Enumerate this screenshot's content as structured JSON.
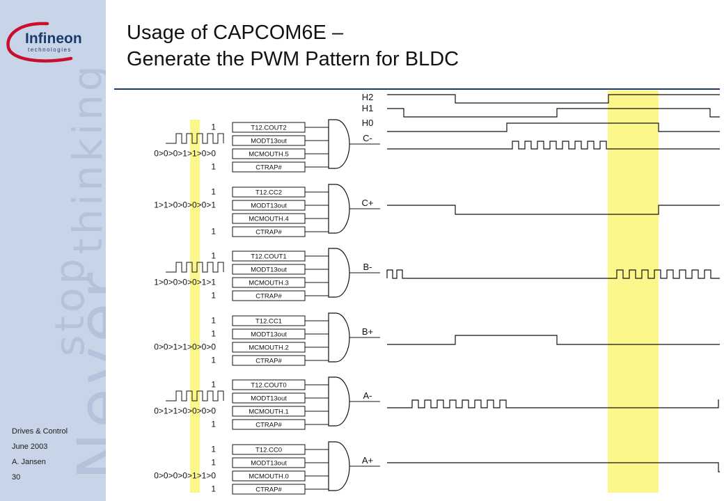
{
  "footer": {
    "line1": "Drives & Control",
    "line2": "June 2003",
    "line3": "A. Jansen",
    "page": "30"
  },
  "title": {
    "line1": "Usage of CAPCOM6E –",
    "line2": "Generate the PWM Pattern for BLDC"
  },
  "logo": {
    "brand": "Infineon",
    "sub": "technologies"
  },
  "watermark": {
    "w1": "Never",
    "w2": "stop",
    "w3": "thinking"
  },
  "colors": {
    "highlight": "#fbf78b",
    "rule": "#1b3a6b",
    "sidebar": "#c8d5e8",
    "logo_red": "#c8102e",
    "logo_blue": "#1b3a6b"
  },
  "gates": [
    {
      "signals": [
        "T12.COUT2",
        "MODT13out",
        "MCMOUTH.5",
        "CTRAP#"
      ],
      "inputs": [
        "1",
        "",
        "0>0>0>1>1>0>0",
        "1"
      ],
      "output": "C-"
    },
    {
      "signals": [
        "T12.CC2",
        "MODT13out",
        "MCMOUTH.4",
        "CTRAP#"
      ],
      "inputs": [
        "1",
        "1>1>0>0>0>0>1",
        "",
        "1"
      ],
      "output": "C+"
    },
    {
      "signals": [
        "T12.COUT1",
        "MODT13out",
        "MCMOUTH.3",
        "CTRAP#"
      ],
      "inputs": [
        "1",
        "",
        "1>0>0>0>0>1>1",
        "1"
      ],
      "output": "B-"
    },
    {
      "signals": [
        "T12.CC1",
        "MODT13out",
        "MCMOUTH.2",
        "CTRAP#"
      ],
      "inputs": [
        "1",
        "1",
        "0>0>1>1>0>0>0",
        "1"
      ],
      "output": "B+"
    },
    {
      "signals": [
        "T12.COUT0",
        "MODT13out",
        "MCMOUTH.1",
        "CTRAP#"
      ],
      "inputs": [
        "1",
        "",
        "0>1>1>0>0>0>0",
        "1"
      ],
      "output": "A-"
    },
    {
      "signals": [
        "T12.CC0",
        "MODT13out",
        "MCMOUTH.0",
        "CTRAP#"
      ],
      "inputs": [
        "1",
        "1",
        "0>0>0>0>1>1>0",
        "1"
      ],
      "output": "A+"
    }
  ],
  "hall": [
    {
      "label": "H2"
    },
    {
      "label": "H1"
    },
    {
      "label": "H0"
    }
  ]
}
